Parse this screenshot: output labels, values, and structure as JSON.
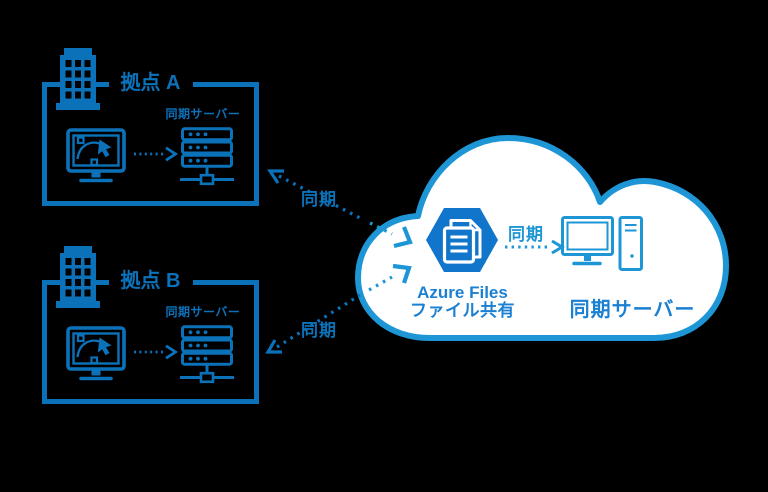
{
  "colors": {
    "background": "#000000",
    "primary_blue": "#0b72b9",
    "cloud_border_blue": "#1e96d6",
    "hexagon_blue": "#1176cb",
    "text_label_blue": "#1b80d2",
    "cloud_fill": "#ffffff"
  },
  "sites": [
    {
      "title": "拠点 A",
      "server_label": "同期サーバー"
    },
    {
      "title": "拠点 B",
      "server_label": "同期サーバー"
    }
  ],
  "connections": [
    {
      "label": "同期"
    },
    {
      "label": "同期"
    }
  ],
  "cloud": {
    "service_title": "Azure Files",
    "service_subtitle": "ファイル共有",
    "sync_label": "同期",
    "server_label": "同期サーバー"
  },
  "icons": {
    "site": "office-building-icon",
    "workstation": "monitor-bezier-design-icon",
    "site_server": "server-stack-icon",
    "azure_files": "azure-files-hexagon-document-icon",
    "cloud_server": "desktop-computer-tower-icon",
    "cloud": "cloud-outline-shape"
  }
}
